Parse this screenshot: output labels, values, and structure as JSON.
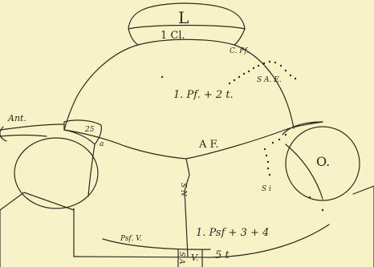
{
  "labels": {
    "labrum": "L",
    "clypeus": "1 Cl.",
    "clypeal_pf": "C. Pf.",
    "postfrons_sa": "S A. E.",
    "postfrons": "1. Pf. + 2 t.",
    "antenna": "Ant.",
    "antennal_25": "25",
    "antennal_a": "a",
    "anterior_frons": "A F.",
    "eye": "O.",
    "suture_sn": "S N",
    "suture_si": "S i",
    "postfrontal_v": "Psf. V.",
    "postsuture": "1. Psf + 3 + 4",
    "vertex_sa": "S A",
    "vertex_v": "V.",
    "vertex_5t": "5 t"
  },
  "colors": {
    "background": "#f8f3c6",
    "ink": "#2c2a22"
  }
}
